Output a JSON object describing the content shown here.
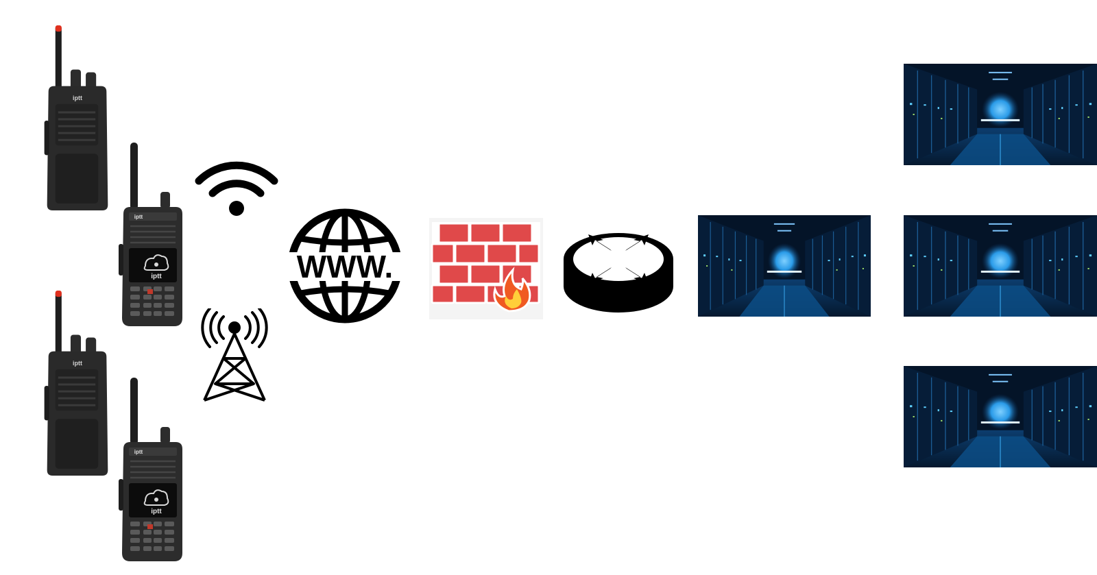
{
  "radios": [
    {
      "type": "keypad-radio",
      "brand": "iptt",
      "screen_label": "iptt"
    },
    {
      "type": "basic-radio",
      "brand": "iptt"
    }
  ],
  "icons": {
    "wifi": "wifi-icon",
    "cell_tower": "cell-tower-icon",
    "internet": "globe-www-icon",
    "firewall": "firewall-icon",
    "router": "router-icon",
    "server": "data-center-icon"
  },
  "globe_text": "WWW.",
  "colors": {
    "icon": "#000000",
    "radio_body": "#2a2a2a",
    "antenna_tip": "#e0301e",
    "brick": "#e0494a",
    "mortar": "#ffffff",
    "flame": "#f05a22",
    "dc_glow": "#2a9be8",
    "dc_dark": "#041428"
  }
}
